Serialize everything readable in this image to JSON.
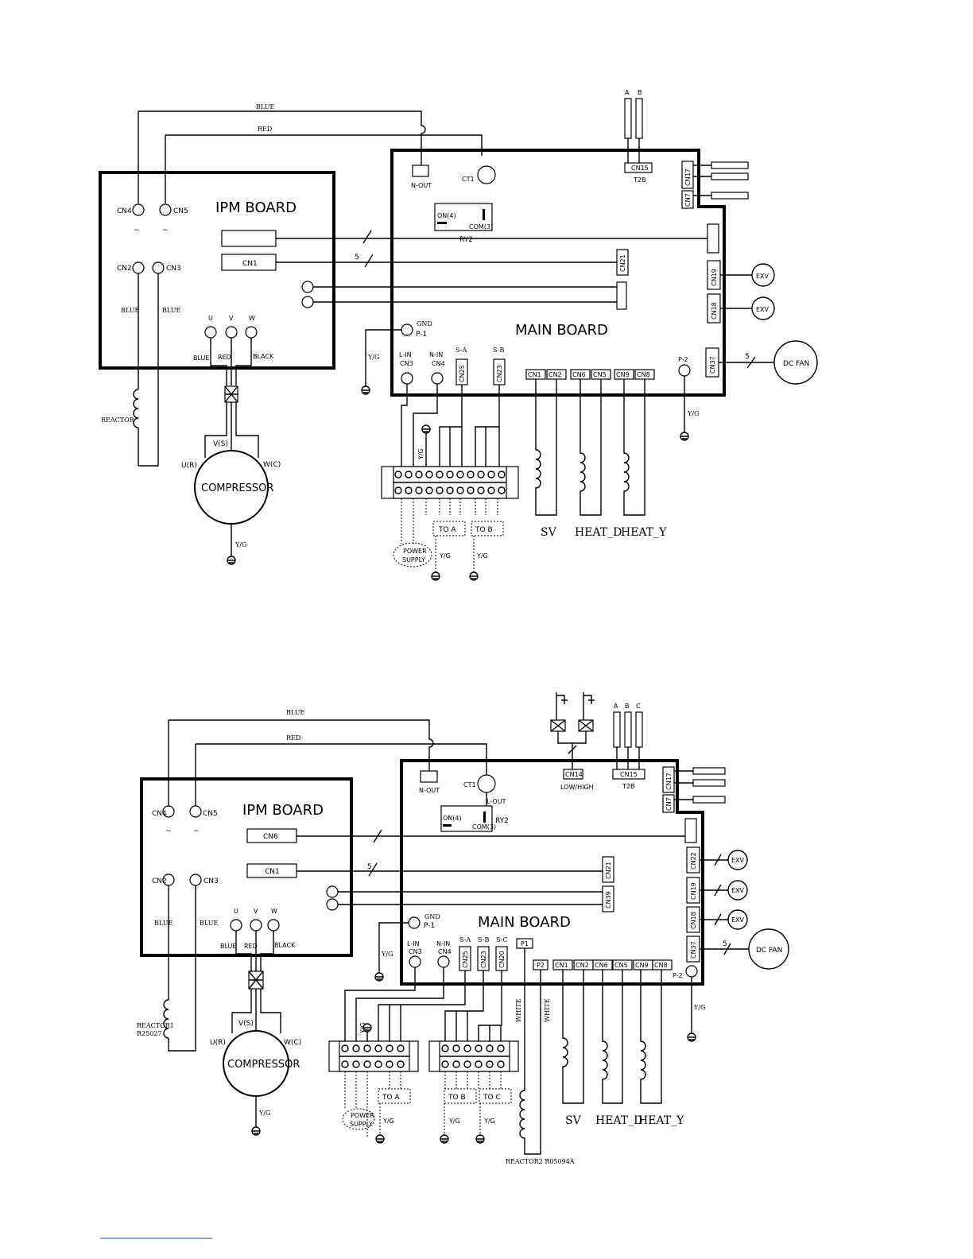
{
  "d1": {
    "wire_blue": "BLUE",
    "wire_red": "RED",
    "sensor_a": "A",
    "sensor_b": "B",
    "ipm_title": "IPM BOARD",
    "ipm_cn4": "CN4",
    "ipm_cn5": "CN5",
    "ipm_cn2": "CN2",
    "ipm_cn3": "CN3",
    "ipm_cn1": "CN1",
    "ipm_blue1": "BLUE",
    "ipm_blue2": "BLUE",
    "ipm_u": "U",
    "ipm_v": "V",
    "ipm_w": "W",
    "ipm_out_blue": "BLUE",
    "ipm_out_red": "RED",
    "ipm_out_black": "BLACK",
    "tilde": "~",
    "reactor": "REACTOR",
    "comp_vs": "V(S)",
    "comp_ur": "U(R)",
    "comp_wc": "W(C)",
    "compressor": "COMPRESSOR",
    "comp_yg": "Y/G",
    "main_title": "MAIN BOARD",
    "n_out": "N-OUT",
    "ct1": "CT1",
    "on4": "ON(4)",
    "com3": "COM(3)",
    "ry2": "RY2",
    "cn15": "CN15",
    "t2b": "T2B",
    "cn17": "CN17",
    "cn7": "CN7",
    "cn21": "CN21",
    "cn19": "CN19",
    "cn18": "CN18",
    "cn37": "CN37",
    "exv": "EXV",
    "dc_fan": "DC FAN",
    "five": "5",
    "gnd": "GND",
    "p1": "P-1",
    "p2": "P-2",
    "yg": "Y/G",
    "l_in": "L-IN",
    "n_in": "N-IN",
    "cn3": "CN3",
    "cn4": "CN4",
    "s_a": "S-A",
    "s_b": "S-B",
    "cn25": "CN25",
    "cn23": "CN23",
    "cn1": "CN1",
    "cn2": "CN2",
    "cn6": "CN6",
    "cn5": "CN5",
    "cn9": "CN9",
    "cn8": "CN8",
    "sv": "SV",
    "heat_d": "HEAT_D",
    "heat_y": "HEAT_Y",
    "to_a": "TO  A",
    "to_b": "TO  B",
    "power": "POWER",
    "supply": "SUPPLY"
  },
  "d2": {
    "wire_blue": "BLUE",
    "wire_red": "RED",
    "sensor_a": "A",
    "sensor_b": "B",
    "sensor_c": "C",
    "ipm_title": "IPM BOARD",
    "ipm_cn4": "CN4",
    "ipm_cn5": "CN5",
    "ipm_cn6": "CN6",
    "ipm_cn2": "CN2",
    "ipm_cn3": "CN3",
    "ipm_cn1": "CN1",
    "ipm_blue1": "BLUE",
    "ipm_blue2": "BLUE",
    "ipm_u": "U",
    "ipm_v": "V",
    "ipm_w": "W",
    "ipm_out_blue": "BLUE",
    "ipm_out_red": "RED",
    "ipm_out_black": "BLACK",
    "tilde": "~",
    "reactor1": "REACTOR1",
    "reactor1_code": "R25027",
    "reactor2": "REACTOR2 R05094A",
    "comp_vs": "V(S)",
    "comp_ur": "U(R)",
    "comp_wc": "W(C)",
    "compressor": "COMPRESSOR",
    "comp_yg": "Y/G",
    "main_title": "MAIN BOARD",
    "n_out": "N-OUT",
    "ct1": "CT1",
    "l_out": "L-OUT",
    "on4": "ON(4)",
    "com3": "COM(3)",
    "ry2": "RY2",
    "cn14": "CN14",
    "low_high": "LOW/HIGH",
    "cn15": "CN15",
    "t2b": "T2B",
    "cn17": "CN17",
    "cn7": "CN7",
    "cn21": "CN21",
    "cn39": "CN39",
    "cn22": "CN22",
    "cn19": "CN19",
    "cn18": "CN18",
    "cn37": "CN37",
    "exv": "EXV",
    "dc_fan": "DC FAN",
    "five": "5",
    "gnd": "GND",
    "p1": "P-1",
    "p2": "P-2",
    "p1_box": "P1",
    "p2_box": "P2",
    "yg": "Y/G",
    "l_in": "L-IN",
    "n_in": "N-IN",
    "cn3": "CN3",
    "cn4": "CN4",
    "s_a": "S-A",
    "s_b": "S-B",
    "s_c": "S-C",
    "cn25": "CN25",
    "cn23": "CN23",
    "cn20": "CN20",
    "white": "WHITE",
    "cn1": "CN1",
    "cn2": "CN2",
    "cn6": "CN6",
    "cn5": "CN5",
    "cn9": "CN9",
    "cn8": "CN8",
    "sv": "SV",
    "heat_d": "HEAT_D",
    "heat_y": "HEAT_Y",
    "to_a": "TO  A",
    "to_b": "TO  B",
    "to_c": "TO  C",
    "power": "POWER",
    "supply": "SUPPLY"
  }
}
